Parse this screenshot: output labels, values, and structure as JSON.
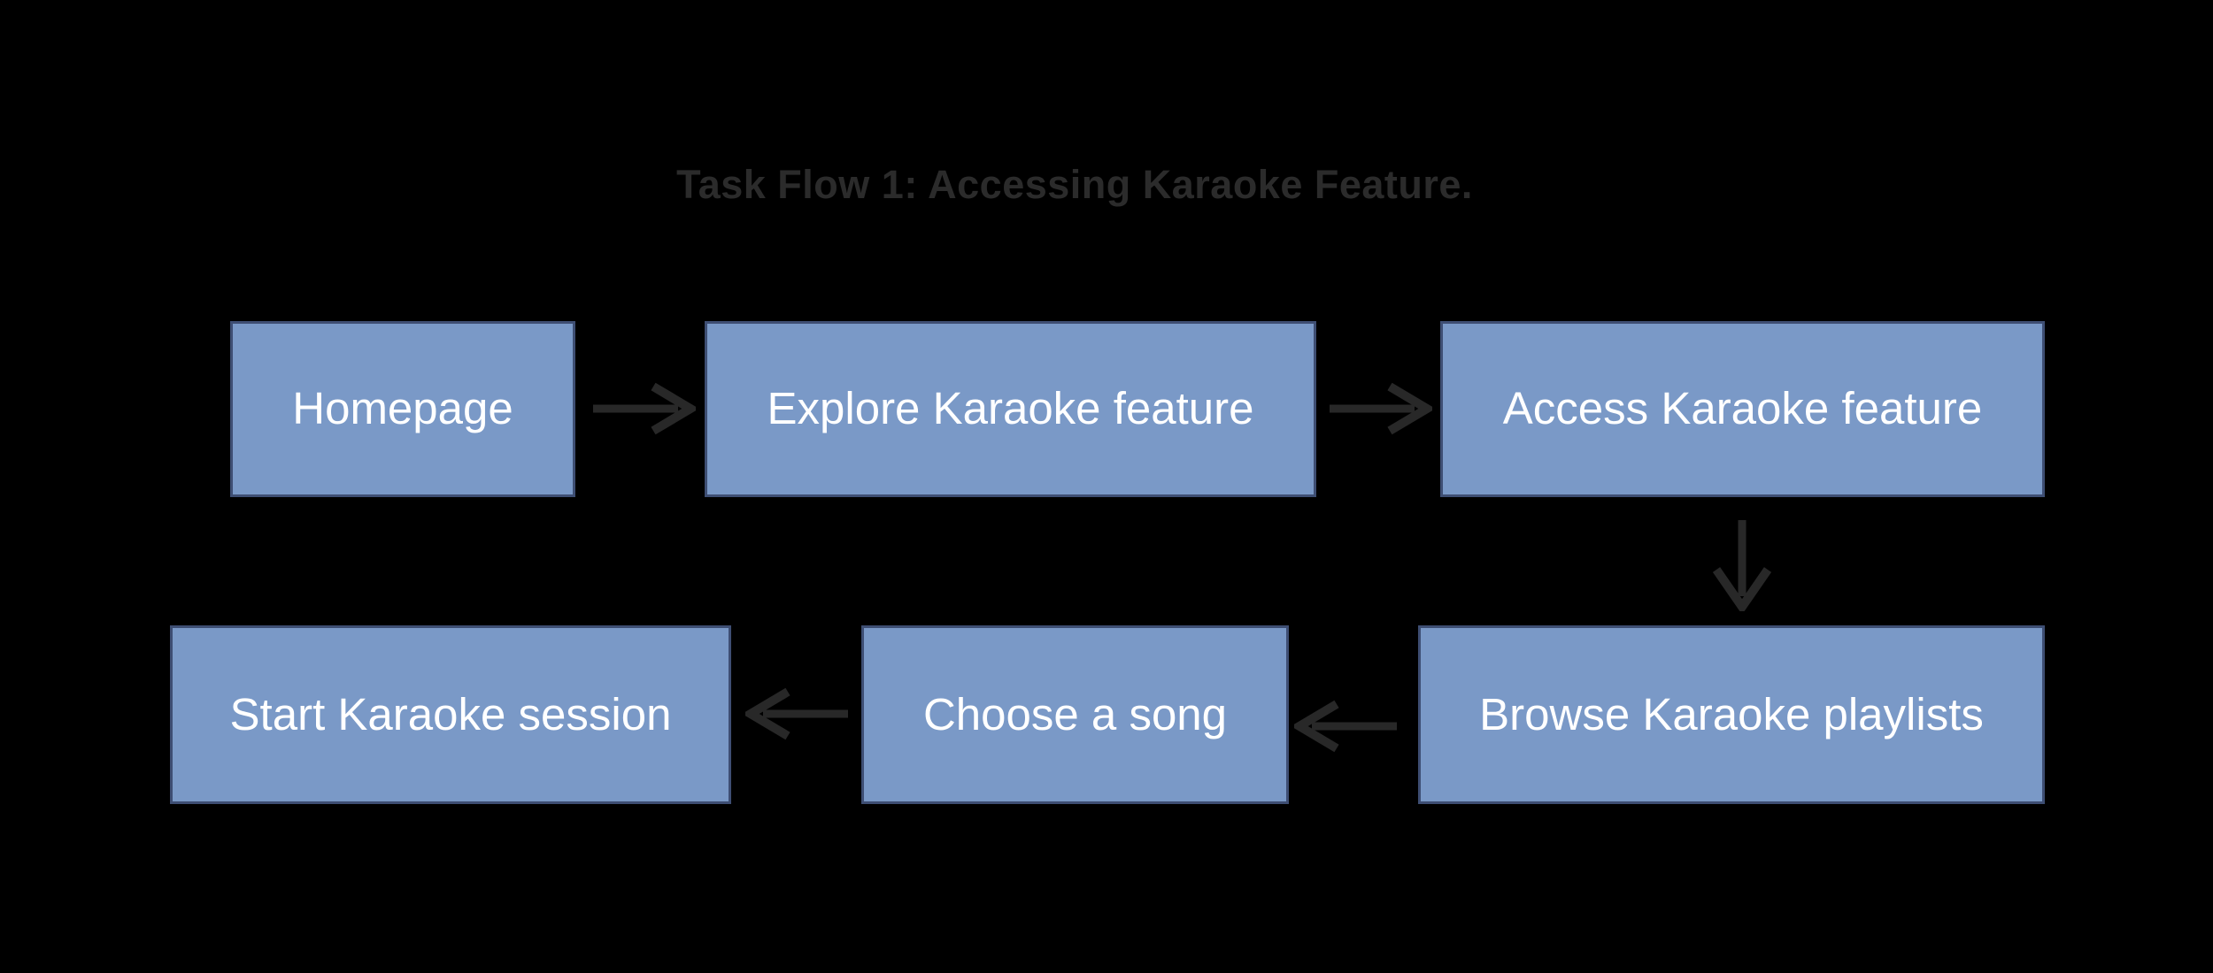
{
  "title": "Task Flow 1: Accessing Karaoke Feature.",
  "diagram": {
    "type": "flowchart",
    "nodes": [
      {
        "id": "homepage",
        "label": "Homepage",
        "row": 1
      },
      {
        "id": "explore",
        "label": "Explore Karaoke feature",
        "row": 1
      },
      {
        "id": "access",
        "label": "Access Karaoke feature",
        "row": 1
      },
      {
        "id": "browse",
        "label": "Browse Karaoke playlists",
        "row": 2
      },
      {
        "id": "choose",
        "label": "Choose a song",
        "row": 2
      },
      {
        "id": "start",
        "label": "Start Karaoke session",
        "row": 2
      }
    ],
    "edges": [
      {
        "from": "homepage",
        "to": "explore",
        "direction": "right"
      },
      {
        "from": "explore",
        "to": "access",
        "direction": "right"
      },
      {
        "from": "access",
        "to": "browse",
        "direction": "down"
      },
      {
        "from": "browse",
        "to": "choose",
        "direction": "left"
      },
      {
        "from": "choose",
        "to": "start",
        "direction": "left"
      }
    ],
    "flow_order": [
      "Homepage",
      "Explore Karaoke feature",
      "Access Karaoke feature",
      "Browse Karaoke playlists",
      "Choose a song",
      "Start Karaoke session"
    ],
    "colors": {
      "background": "#000000",
      "node_fill": "#7A99C7",
      "node_border": "#3E4E73",
      "node_text": "#FFFFFF",
      "arrow": "#282828",
      "title_text": "#2B2B2B"
    }
  }
}
